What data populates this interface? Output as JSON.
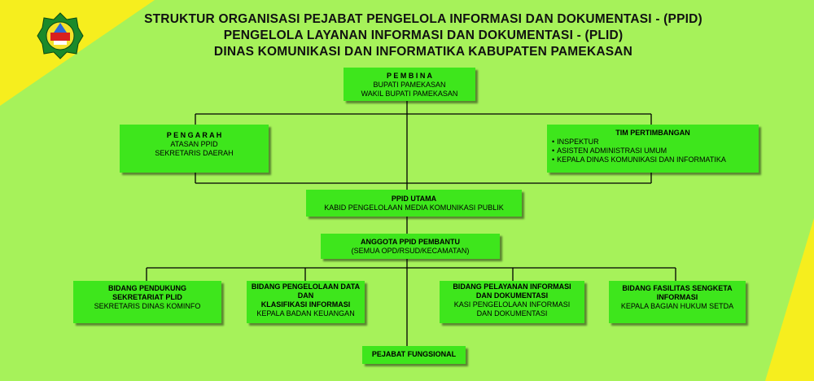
{
  "header": {
    "line1": "STRUKTUR ORGANISASI PEJABAT PENGELOLA INFORMASI DAN DOKUMENTASI - (PPID)",
    "line2": "PENGELOLA LAYANAN INFORMASI DAN DOKUMENTASI - (PLID)",
    "line3": "DINAS KOMUNIKASI DAN INFORMATIKA KABUPATEN PAMEKASAN"
  },
  "colors": {
    "background": "#a6f25a",
    "box": "#3ee61c",
    "corner": "#f6ee1e"
  },
  "logo": {
    "icon": "regional-emblem-icon"
  },
  "pembina": {
    "title": "P E M B I N A",
    "lines": [
      "BUPATI PAMEKASAN",
      "WAKIL BUPATI PAMEKASAN"
    ]
  },
  "pengarah": {
    "title": "P E N G A R A H",
    "lines": [
      "ATASAN PPID",
      "SEKRETARIS DAERAH"
    ]
  },
  "tim_pertimbangan": {
    "title": "TIM PERTIMBANGAN",
    "items": [
      "INSPEKTUR",
      "ASISTEN ADMINISTRASI UMUM",
      "KEPALA DINAS KOMUNIKASI DAN INFORMATIKA"
    ]
  },
  "ppid_utama": {
    "title": "PPID UTAMA",
    "lines": [
      "KABID PENGELOLAAN MEDIA KOMUNIKASI PUBLIK"
    ]
  },
  "anggota": {
    "title": "ANGGOTA PPID PEMBANTU",
    "lines": [
      "(SEMUA OPD/RSUD/KECAMATAN)"
    ]
  },
  "bidang": [
    {
      "title": [
        "BIDANG PENDUKUNG",
        "SEKRETARIAT PLID"
      ],
      "lines": [
        "SEKRETARIS DINAS KOMINFO"
      ]
    },
    {
      "title": [
        "BIDANG PENGELOLAAN DATA",
        "DAN",
        "KLASIFIKASI INFORMASI"
      ],
      "lines": [
        "KEPALA BADAN KEUANGAN"
      ]
    },
    {
      "title": [
        "BIDANG PELAYANAN INFORMASI",
        "DAN DOKUMENTASI"
      ],
      "lines": [
        "KASI PENGELOLAAN INFORMASI",
        "DAN DOKUMENTASI"
      ]
    },
    {
      "title": [
        "BIDANG FASILITAS SENGKETA",
        "INFORMASI"
      ],
      "lines": [
        "KEPALA BAGIAN HUKUM SETDA"
      ]
    }
  ],
  "fungsional": {
    "title": "PEJABAT FUNGSIONAL"
  }
}
